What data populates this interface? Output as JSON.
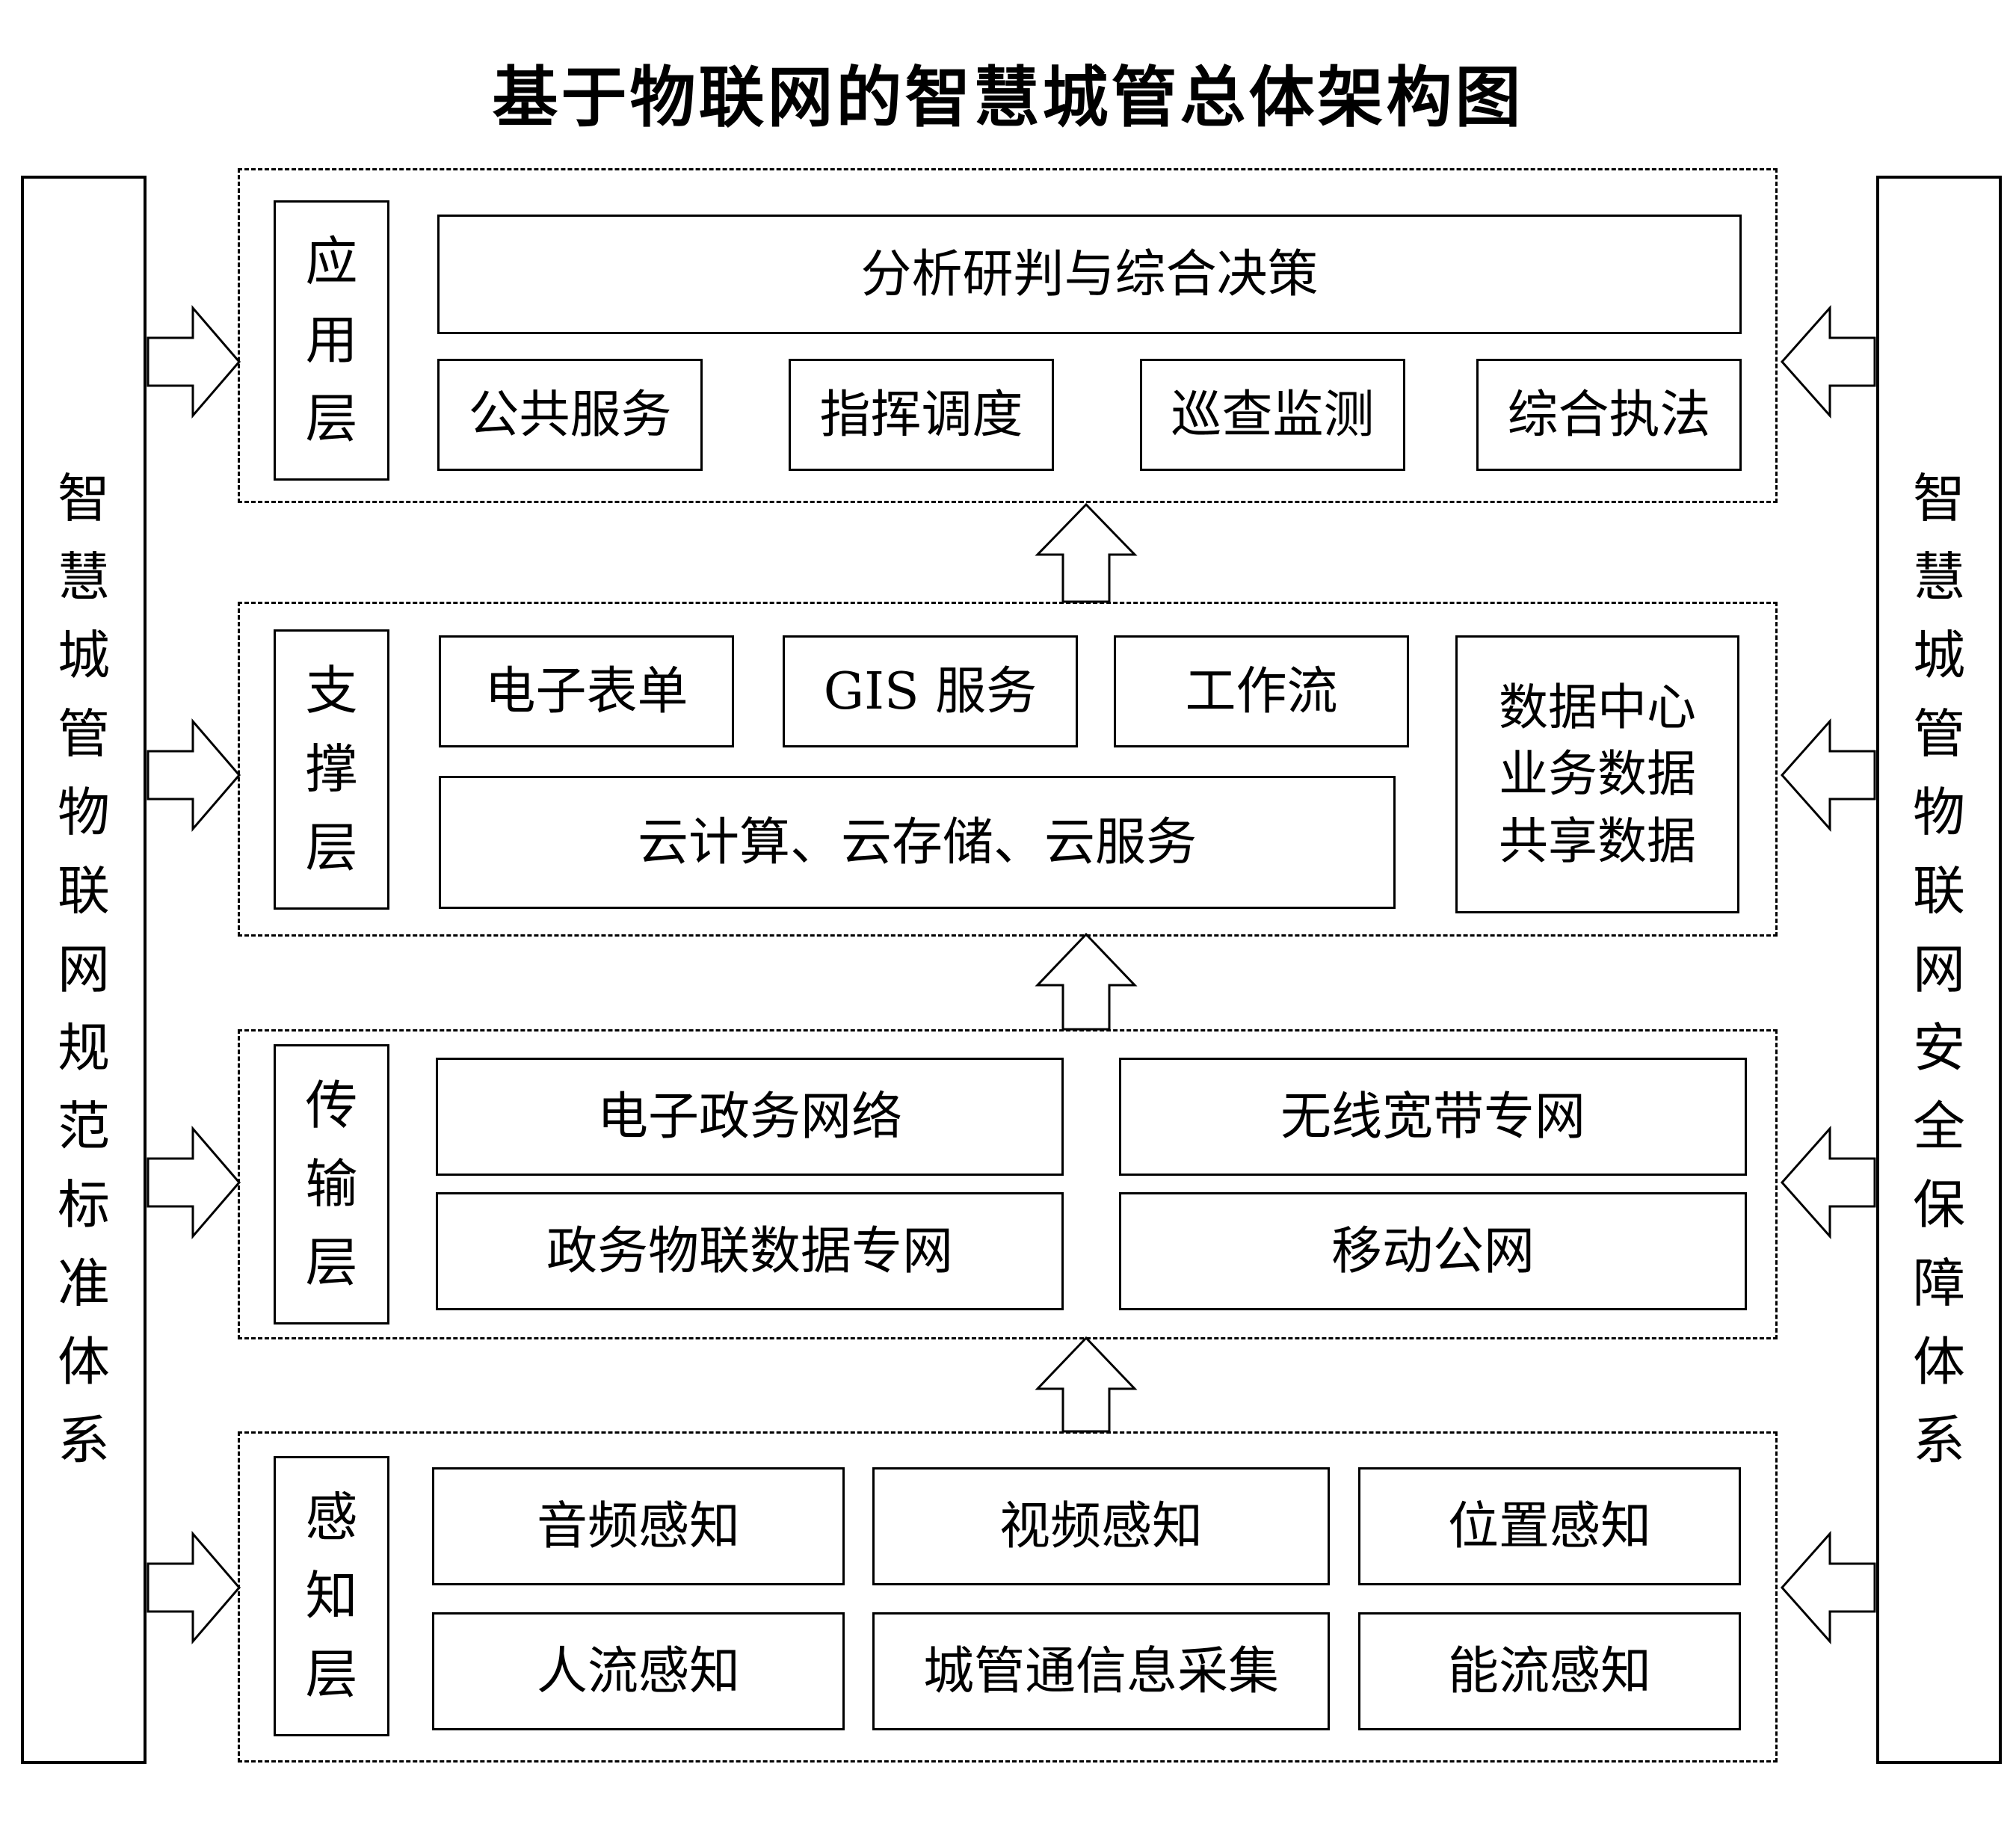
{
  "title": "基于物联网的智慧城管总体架构图",
  "left_pillar": {
    "label": "智\n慧\n城\n管\n物\n联\n网\n规\n范\n标\n准\n体\n系"
  },
  "right_pillar": {
    "label": "智\n慧\n城\n管\n物\n联\n网\n安\n全\n保\n障\n体\n系"
  },
  "layers": {
    "application": {
      "label": "应\n用\n层",
      "decision": "分析研判与综合决策",
      "items": [
        "公共服务",
        "指挥调度",
        "巡查监测",
        "综合执法"
      ]
    },
    "support": {
      "label": "支\n撑\n层",
      "items": [
        "电子表单",
        "GIS 服务",
        "工作流"
      ],
      "cloud": "云计算、云存储、云服务",
      "data_center": "数据中心\n业务数据\n共享数据"
    },
    "transport": {
      "label": "传\n输\n层",
      "items": [
        "电子政务网络",
        "无线宽带专网",
        "政务物联数据专网",
        "移动公网"
      ]
    },
    "perception": {
      "label": "感\n知\n层",
      "items": [
        "音频感知",
        "视频感知",
        "位置感知",
        "人流感知",
        "城管通信息采集",
        "能流感知"
      ]
    }
  }
}
